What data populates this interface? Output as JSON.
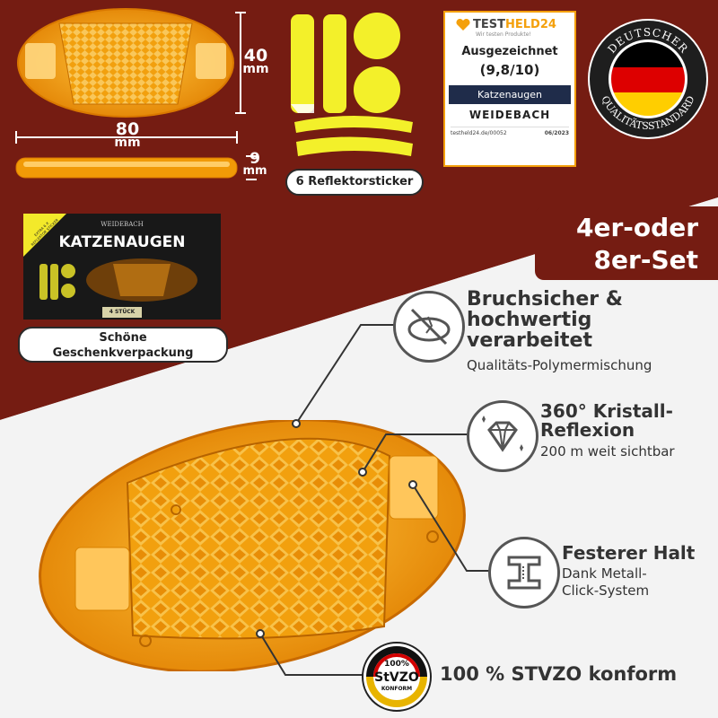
{
  "dimensions": {
    "height_value": "40",
    "height_unit": "mm",
    "width_value": "80",
    "width_unit": "mm",
    "depth_value": "9",
    "depth_unit": "mm"
  },
  "sticker_label": "6 Reflektorsticker",
  "testheld": {
    "brand_prefix": "TEST",
    "brand_suffix": "HELD24",
    "tagline": "Wir testen Produkte!",
    "award": "Ausgezeichnet",
    "score": "(9,8/10)",
    "product": "Katzenaugen",
    "maker": "WEIDEBACH",
    "url": "testheld24.de/00052",
    "date": "06/2023"
  },
  "seal": {
    "top": "DEUTSCHER",
    "bottom": "QUALITÄTSSTANDARD"
  },
  "package": {
    "brand": "WEIDEBACH",
    "title": "KATZENAUGEN",
    "corner": "EXTRA 6 X REFLEKTOR STICKER",
    "count": "4 STÜCK"
  },
  "gift_label_line1": "Schöne",
  "gift_label_line2": "Geschenkverpackung",
  "set_badge_line1": "4er-oder",
  "set_badge_line2": "8er-Set",
  "features": [
    {
      "title_line1": "Bruchsicher &",
      "title_line2": "hochwertig",
      "title_line3": "verarbeitet",
      "subtitle": "Qualitäts-Polymermischung"
    },
    {
      "title_line1": "360° Kristall-",
      "title_line2": "Reflexion",
      "subtitle": "200 m weit sichtbar"
    },
    {
      "title_line1": "Festerer Halt",
      "subtitle_line1": "Dank Metall-",
      "subtitle_line2": "Click-System"
    },
    {
      "title_line1": "100 % STVZO konform"
    }
  ],
  "stvzo_badge": {
    "percent": "100%",
    "mark": "StVZO",
    "word": "KONFORM"
  },
  "colors": {
    "maroon": "#751c12",
    "amber": "#f4a00c",
    "yellow": "#f4ee2a",
    "dark": "#2b2b2b"
  }
}
